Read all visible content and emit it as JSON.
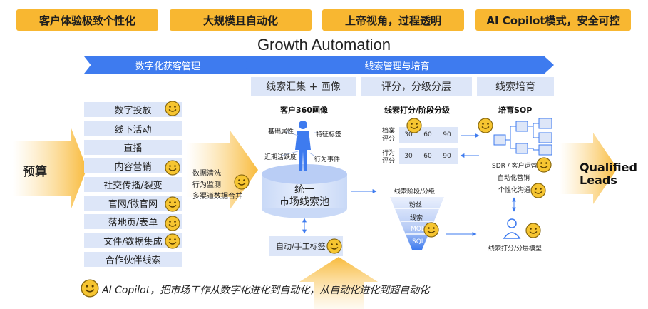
{
  "badges": [
    "客户体验极致个性化",
    "大规模且自动化",
    "上帝视角，过程透明",
    "AI Copilot模式，安全可控"
  ],
  "title": "Growth Automation",
  "phases": [
    "数字化获客管理",
    "线索管理与培育"
  ],
  "tabs": [
    "线索汇集 + 画像",
    "评分，分级分层",
    "线索培育"
  ],
  "budget": "预算",
  "channels": [
    "数字投放",
    "线下活动",
    "直播",
    "内容营销",
    "社交传播/裂变",
    "官网/微官网",
    "落地页/表单",
    "文件/数据集成",
    "合作伙伴线索"
  ],
  "data_processing": [
    "数据清洗",
    "行为监测",
    "多渠道数据合并"
  ],
  "profile": {
    "title": "客户360画像",
    "tags": [
      "基础属性",
      "特征标签",
      "近期活跃度",
      "行为事件"
    ]
  },
  "pool": "统一\n市场线索池",
  "auto_tag": "自动/手工标签",
  "scoring": {
    "title": "线索打分/阶段分级",
    "rows": [
      {
        "label": "档案\n评分",
        "values": [
          "30",
          "60",
          "90"
        ]
      },
      {
        "label": "行为\n评分",
        "values": [
          "30",
          "60",
          "90"
        ]
      }
    ]
  },
  "funnel": {
    "title": "线索阶段/分级",
    "stages": [
      "粉丝",
      "线索",
      "MQL",
      "SQL"
    ]
  },
  "nurture": {
    "title": "培育SOP",
    "labels": [
      "SDR / 客户运营",
      "自动化营销",
      "个性化沟通"
    ],
    "model": "线索打分/分层模型"
  },
  "output": "Qualified\nLeads",
  "footer": {
    "label": "AI Copilot，",
    "text": "把市场工作从数字化进化到自动化，从自动化进化到超自动化"
  },
  "colors": {
    "accent_blue": "#3e7bef",
    "light_blue": "#dde6f8",
    "yellow": "#f8b731",
    "smiley": "#f6c531"
  }
}
